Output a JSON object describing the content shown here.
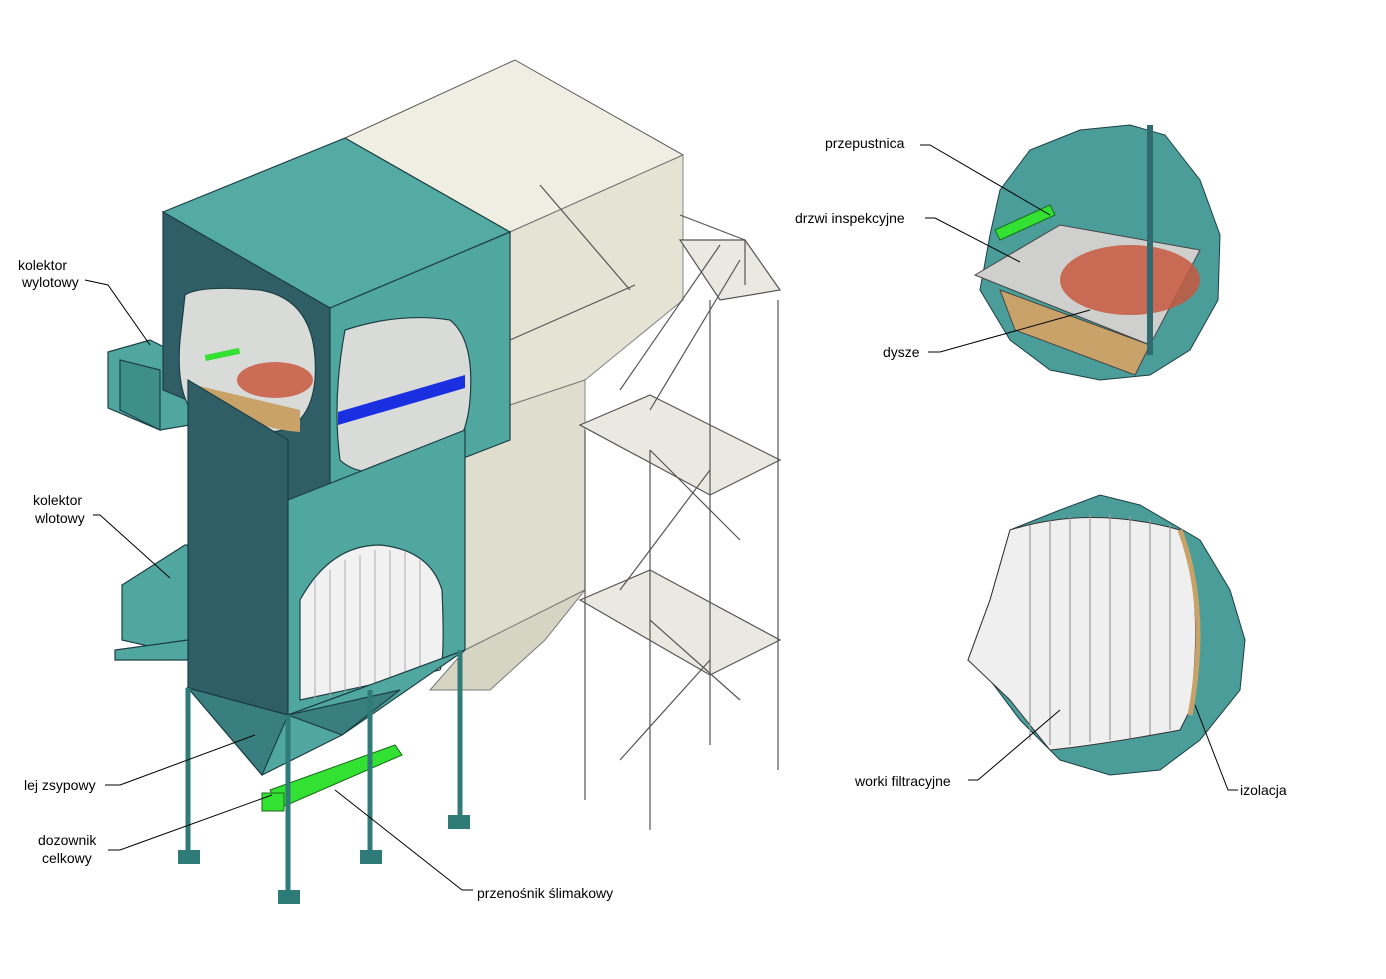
{
  "labels": {
    "outlet_collector": [
      "kolektor",
      "wylotowy"
    ],
    "inlet_collector": [
      "kolektor",
      "wlotowy"
    ],
    "hopper": "lej zsypowy",
    "rotary_valve": [
      "dozownik",
      "celkowy"
    ],
    "screw_conveyor": "przenośnik ślimakowy",
    "damper": "przepustnica",
    "inspection_door": "drzwi inspekcyjne",
    "nozzles": "dysze",
    "filter_bags": "worki filtracyjne",
    "insulation": "izolacja"
  },
  "colors": {
    "teal": "#4fa7a0",
    "teal_dark": "#2f5e66",
    "translucent": "#e7e5d6",
    "steel": "#e9e9e2",
    "green": "#33e133",
    "blue": "#1a2fe0",
    "red": "#c8583f",
    "insulation": "#c9a26a"
  }
}
